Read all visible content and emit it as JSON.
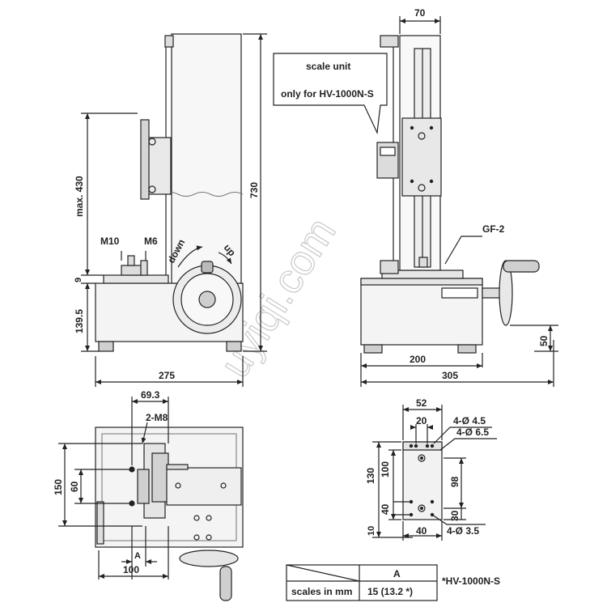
{
  "colors": {
    "line": "#222222",
    "body": "#f4f4f4",
    "shade": "#d9d9d9",
    "dark": "#555555",
    "watermark": "#c9c9c9"
  },
  "watermark": "uyiqi.com",
  "side_view": {
    "dim_width": "275",
    "dim_height": "730",
    "dim_travel": "max. 430",
    "dim_top_plate": "9",
    "dim_base": "139.5",
    "label_m10": "M10",
    "label_m6": "M6",
    "label_down": "down",
    "label_up": "up"
  },
  "front_view": {
    "dim_column": "70",
    "dim_base_width": "200",
    "dim_total_width": "305",
    "dim_handwheel": "50",
    "label_gf2": "GF-2",
    "callout_line1": "scale unit",
    "callout_line2": "only for HV-1000N-S"
  },
  "top_view": {
    "dim_69_3": "69.3",
    "label_2m8": "2-M8",
    "dim_150": "150",
    "dim_60": "60",
    "dim_a": "A",
    "dim_100": "100"
  },
  "plate_view": {
    "dim_52": "52",
    "dim_20": "20",
    "label_4_45": "4-Ø 4.5",
    "label_4_65": "4-Ø 6.5",
    "dim_130": "130",
    "dim_100": "100",
    "dim_98": "98",
    "dim_40_left": "40",
    "dim_30": "30",
    "dim_10": "10",
    "dim_40_bottom": "40",
    "label_4_35": "4-Ø 3.5"
  },
  "table": {
    "header_col": "A",
    "row_label": "scales in mm",
    "row_value": "15 (13.2 *)",
    "footnote": "*HV-1000N-S"
  }
}
